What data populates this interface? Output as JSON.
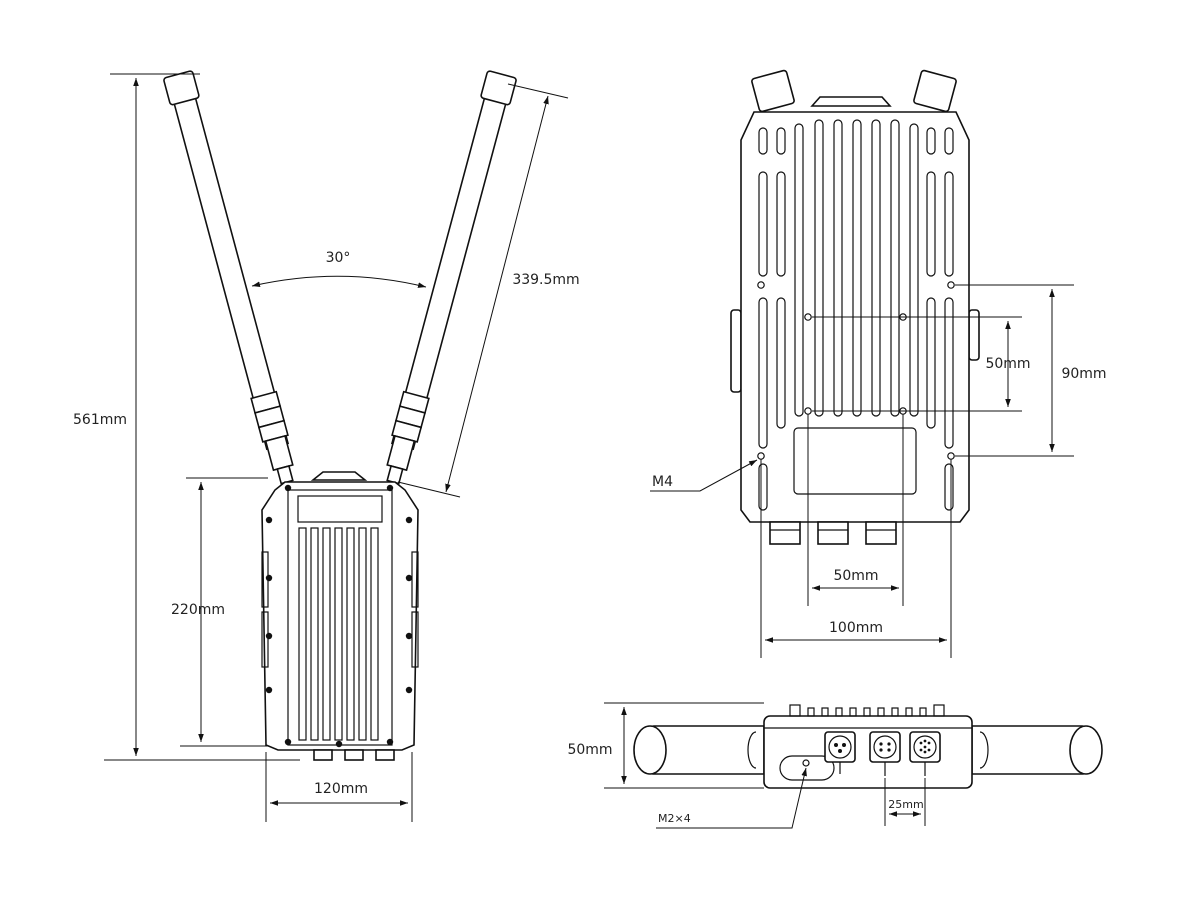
{
  "labels": {
    "front_height": "561mm",
    "front_angle": "30°",
    "antenna_length": "339.5mm",
    "body_height": "220mm",
    "body_width": "120mm",
    "back_hole_v_small": "50mm",
    "back_hole_v_large": "90mm",
    "back_thread": "M4",
    "back_hole_h_small": "50mm",
    "back_hole_h_large": "100mm",
    "bottom_height": "50mm",
    "bottom_thread": "M2×4",
    "bottom_pitch": "25mm"
  },
  "colors": {
    "line": "#111111",
    "text": "#222222",
    "background": "#ffffff"
  }
}
